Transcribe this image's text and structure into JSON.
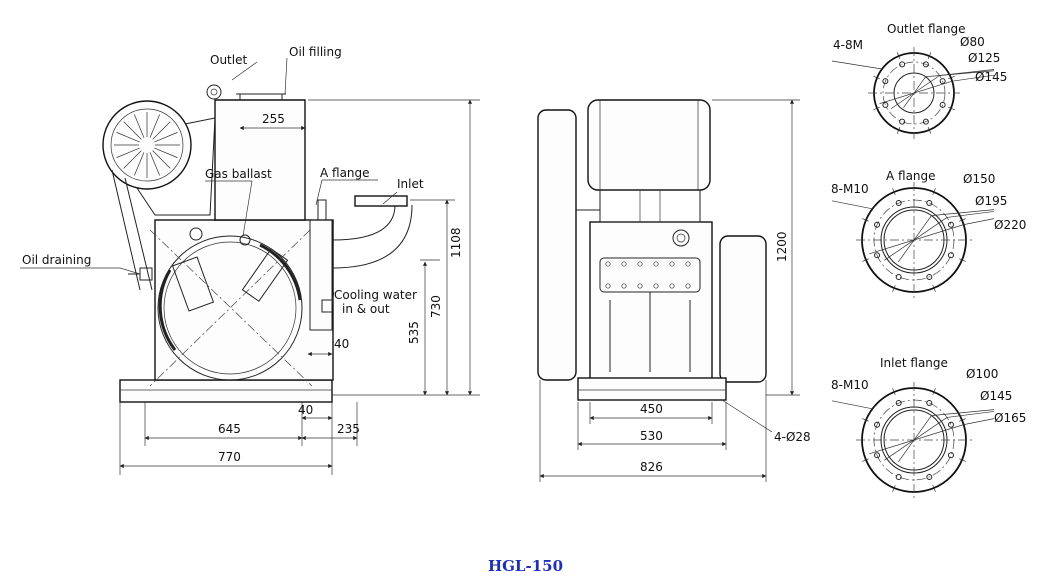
{
  "model": "HGL-150",
  "colors": {
    "caption": "#1f2fb6",
    "lines": "#222222"
  },
  "labels": {
    "outlet": "Outlet",
    "oil_filling": "Oil filling",
    "gas_ballast": "Gas ballast",
    "a_flange": "A flange",
    "inlet": "Inlet",
    "oil_draining": "Oil draining",
    "cooling_water_1": "Cooling water",
    "cooling_water_2": "in & out"
  },
  "dimensions": {
    "side": {
      "d255": "255",
      "d40_upper": "40",
      "d40_lower": "40",
      "d235": "235",
      "d645": "645",
      "d770": "770",
      "d1108": "1108",
      "d730": "730",
      "d535": "535"
    },
    "front": {
      "d450": "450",
      "d530": "530",
      "d826": "826",
      "d1200": "1200",
      "bolts": "4-Ø28"
    }
  },
  "flanges": [
    {
      "title": "Outlet flange",
      "holes": "4-8M",
      "d1": "Ø80",
      "d2": "Ø125",
      "d3": "Ø145"
    },
    {
      "title": "A flange",
      "holes": "8-M10",
      "d1": "Ø150",
      "d2": "Ø195",
      "d3": "Ø220"
    },
    {
      "title": "Inlet flange",
      "holes": "8-M10",
      "d1": "Ø100",
      "d2": "Ø145",
      "d3": "Ø165"
    }
  ]
}
